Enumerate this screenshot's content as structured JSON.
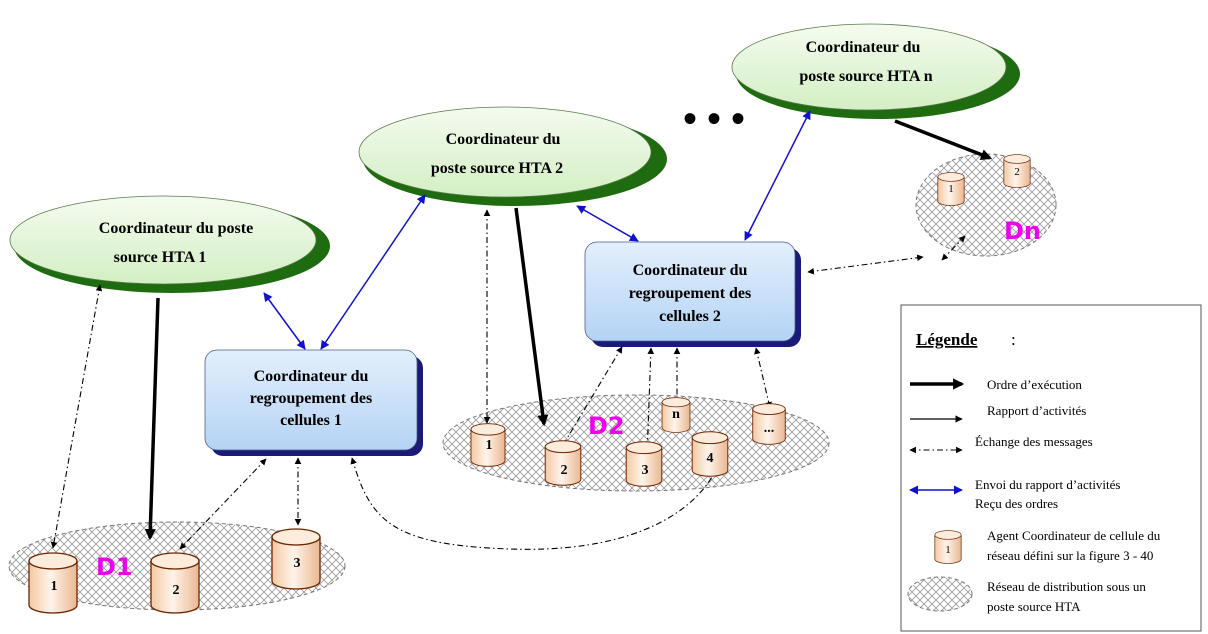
{
  "coordinators": {
    "hta1": {
      "line1": "Coordinateur du poste",
      "line2": "source HTA  1"
    },
    "hta2": {
      "line1": "Coordinateur du",
      "line2": "poste source HTA 2"
    },
    "htan": {
      "line1": "Coordinateur du",
      "line2": "poste source HTA n"
    },
    "ellipsis": "• • •"
  },
  "groupings": {
    "g1": {
      "line1": "Coordinateur du",
      "line2": "regroupement des",
      "line3": "cellules 1"
    },
    "g2": {
      "line1": "Coordinateur du",
      "line2": "regroupement des",
      "line3": "cellules 2"
    }
  },
  "networks": {
    "d1": {
      "label": "D1",
      "cells": [
        "1",
        "2",
        "3"
      ]
    },
    "d2": {
      "label": "D2",
      "cells": [
        "1",
        "2",
        "3",
        "n",
        "4",
        "..."
      ]
    },
    "dn": {
      "label": "Dn",
      "cells": [
        "1",
        "2"
      ]
    }
  },
  "legend": {
    "title": "Légende",
    "colon": ":",
    "items": {
      "exec": "Ordre d’exécution",
      "report": "Rapport d’activités",
      "exchange": "Échange des messages",
      "send_line1": "Envoi du rapport d’activités",
      "send_line2": "Reçu des ordres",
      "agent_line1": "Agent Coordinateur de cellule du",
      "agent_line2": "réseau défini sur la figure 3 - 40",
      "agent_sample": "1",
      "network_line1": "Réseau de distribution sous un",
      "network_line2": "poste source HTA"
    }
  },
  "colors": {
    "ellipse_fill": "#e6f6da",
    "ellipse_shadow": "#1e6b10",
    "box_fill": "#cfe4fb",
    "box_shadow": "#1a1a78",
    "cylinder_fill": "#fbe5d2",
    "cylinder_stroke": "#6b2500",
    "blue_arrow": "#1010d0",
    "zone_label": "#ee00ee"
  }
}
